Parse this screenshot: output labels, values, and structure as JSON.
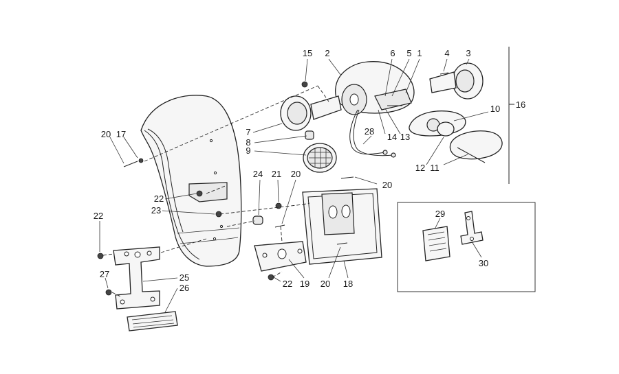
{
  "callouts": [
    {
      "id": "c1",
      "text": "1"
    },
    {
      "id": "c2",
      "text": "2"
    },
    {
      "id": "c3",
      "text": "3"
    },
    {
      "id": "c4",
      "text": "4"
    },
    {
      "id": "c5",
      "text": "5"
    },
    {
      "id": "c6",
      "text": "6"
    },
    {
      "id": "c7",
      "text": "7"
    },
    {
      "id": "c8",
      "text": "8"
    },
    {
      "id": "c9",
      "text": "9"
    },
    {
      "id": "c10",
      "text": "10"
    },
    {
      "id": "c11",
      "text": "11"
    },
    {
      "id": "c12",
      "text": "12"
    },
    {
      "id": "c13",
      "text": "13"
    },
    {
      "id": "c14",
      "text": "14"
    },
    {
      "id": "c15",
      "text": "15"
    },
    {
      "id": "c16",
      "text": "16"
    },
    {
      "id": "c17",
      "text": "17"
    },
    {
      "id": "c18",
      "text": "18"
    },
    {
      "id": "c19",
      "text": "19"
    },
    {
      "id": "c20a",
      "text": "20"
    },
    {
      "id": "c20b",
      "text": "20"
    },
    {
      "id": "c20c",
      "text": "20"
    },
    {
      "id": "c20d",
      "text": "20"
    },
    {
      "id": "c21",
      "text": "21"
    },
    {
      "id": "c22a",
      "text": "22"
    },
    {
      "id": "c22b",
      "text": "22"
    },
    {
      "id": "c22c",
      "text": "22"
    },
    {
      "id": "c23",
      "text": "23"
    },
    {
      "id": "c24",
      "text": "24"
    },
    {
      "id": "c25",
      "text": "25"
    },
    {
      "id": "c26",
      "text": "26"
    },
    {
      "id": "c27",
      "text": "27"
    },
    {
      "id": "c28",
      "text": "28"
    },
    {
      "id": "c29",
      "text": "29"
    },
    {
      "id": "c30",
      "text": "30"
    }
  ],
  "colors": {
    "ink": "#222222",
    "paper": "#ffffff"
  }
}
